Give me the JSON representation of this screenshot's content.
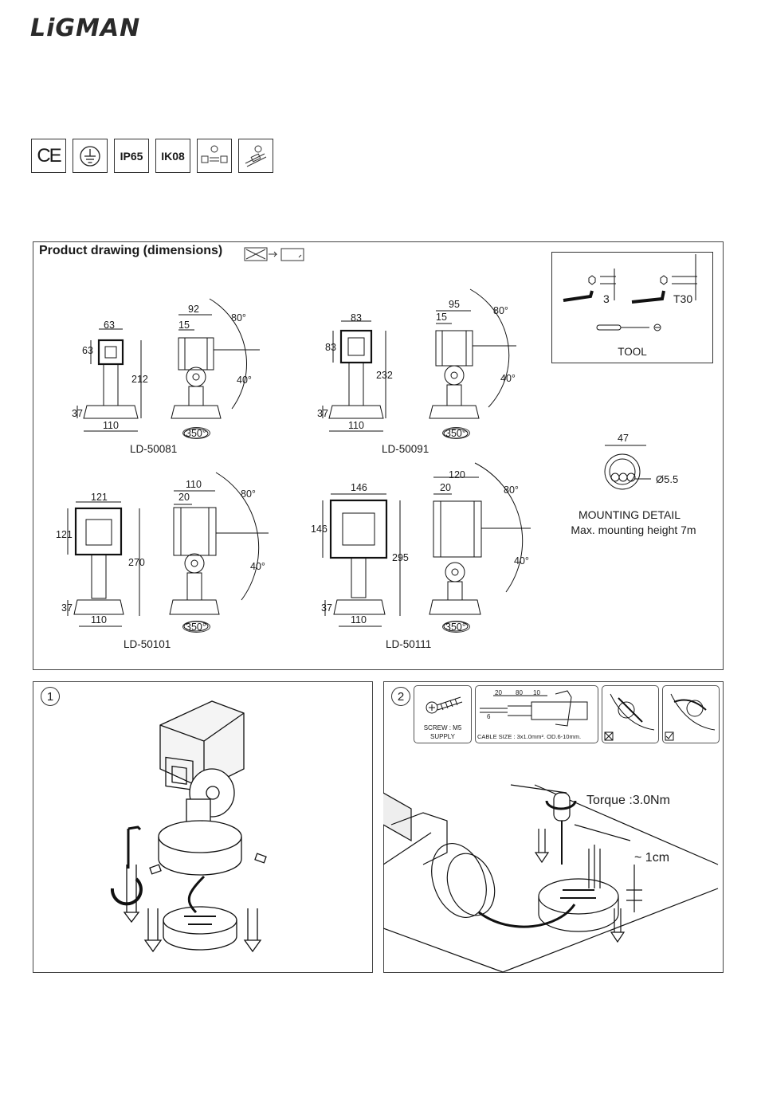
{
  "brand": "LiGMAN",
  "certs": [
    {
      "label": "CE",
      "icon": "ce-mark-icon"
    },
    {
      "label": "",
      "icon": "earth-ground-icon"
    },
    {
      "label": "IP65",
      "icon": ""
    },
    {
      "label": "IK08",
      "icon": ""
    },
    {
      "label": "",
      "icon": "driver-compatibility-icon"
    },
    {
      "label": "",
      "icon": "wiring-icon"
    }
  ],
  "drawing": {
    "title": "Product drawing (dimensions)",
    "models": [
      {
        "code": "LD-50081",
        "head_w": "63",
        "head_h": "63",
        "total_h": "212",
        "base_h": "37",
        "base_w": "110",
        "offset": "92",
        "arm": "15",
        "up_angle": "80°",
        "down_angle": "40°",
        "rotation": "350°"
      },
      {
        "code": "LD-50091",
        "head_w": "83",
        "head_h": "83",
        "total_h": "232",
        "base_h": "37",
        "base_w": "110",
        "offset": "95",
        "arm": "15",
        "up_angle": "80°",
        "down_angle": "40°",
        "rotation": "350°"
      },
      {
        "code": "LD-50101",
        "head_w": "121",
        "head_h": "121",
        "total_h": "270",
        "base_h": "37",
        "base_w": "110",
        "offset": "110",
        "arm": "20",
        "up_angle": "80°",
        "down_angle": "40°",
        "rotation": "350°"
      },
      {
        "code": "LD-50111",
        "head_w": "146",
        "head_h": "146",
        "total_h": "295",
        "base_h": "37",
        "base_w": "110",
        "offset": "120",
        "arm": "20",
        "up_angle": "80°",
        "down_angle": "40°",
        "rotation": "350°"
      }
    ],
    "tool": {
      "hex_size": "3",
      "torx_size": "T30",
      "label": "TOOL"
    },
    "mounting": {
      "width": "47",
      "hole": "Ø5.5",
      "title": "MOUNTING DETAIL",
      "note": "Max. mounting height 7m"
    }
  },
  "step1": {
    "number": "1"
  },
  "step2": {
    "number": "2",
    "screw_label": "SCREW : M5",
    "screw_supply": "SUPPLY",
    "strip_20": "20",
    "strip_80": "80",
    "strip_10": "10",
    "strip_6": "6",
    "cable_size": "CABLE SIZE : 3x1.0mm². OD.6-10mm.",
    "torque": "Torque :3.0Nm",
    "gap": "~ 1cm"
  }
}
